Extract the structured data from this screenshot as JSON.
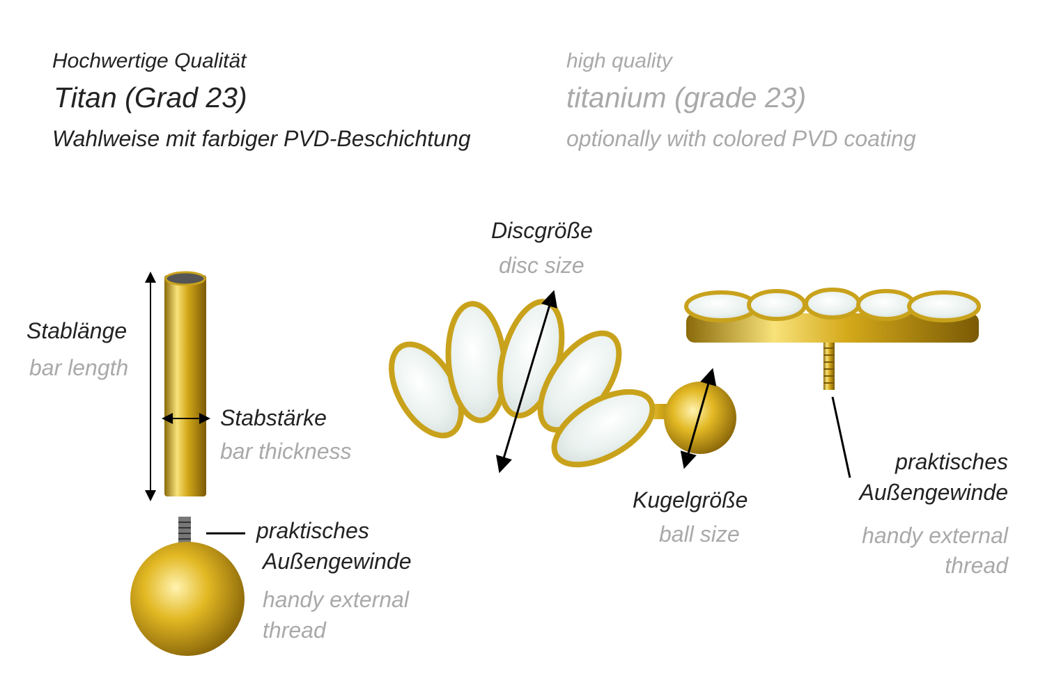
{
  "header": {
    "de": {
      "quality": "Hochwertige Qualität",
      "material": "Titan (Grad 23)",
      "coating": "Wahlweise mit farbiger PVD-Beschichtung"
    },
    "en": {
      "quality": "high quality",
      "material": "titanium (grade 23)",
      "coating": "optionally with colored PVD coating"
    }
  },
  "labels": {
    "disc_size": {
      "de": "Discgröße",
      "en": "disc size"
    },
    "bar_length": {
      "de": "Stablänge",
      "en": "bar length"
    },
    "bar_thickness": {
      "de": "Stabstärke",
      "en": "bar thickness"
    },
    "thread_left": {
      "de1": "praktisches",
      "de2": "Außengewinde",
      "en1": "handy external",
      "en2": "thread"
    },
    "ball_size": {
      "de": "Kugelgröße",
      "en": "ball size"
    },
    "thread_right": {
      "de1": "praktisches",
      "de2": "Außengewinde",
      "en1": "handy external",
      "en2": "thread"
    }
  },
  "colors": {
    "gold": "#d9b21f",
    "gold_light": "#f7e27a",
    "opal": "#eef3f2",
    "text": "#222222",
    "muted": "#a9a9a9"
  }
}
